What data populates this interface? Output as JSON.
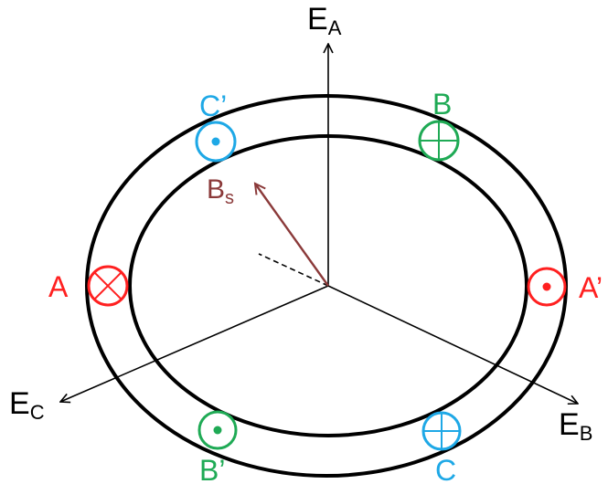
{
  "colors": {
    "ring": "#000000",
    "axis": "#000000",
    "phase_a": "#ff2020",
    "phase_b": "#1faa55",
    "phase_c": "#1ea8e6",
    "field": "#8b3a3a"
  },
  "axes": {
    "ea": {
      "main": "E",
      "sub": "A"
    },
    "eb": {
      "main": "E",
      "sub": "B"
    },
    "ec": {
      "main": "E",
      "sub": "C"
    }
  },
  "field_vector": {
    "main": "B",
    "sub": "s"
  },
  "conductors": [
    {
      "id": "a",
      "label": "A",
      "symbol": "cross"
    },
    {
      "id": "a-prime",
      "label": "A’",
      "symbol": "dot"
    },
    {
      "id": "b",
      "label": "B",
      "symbol": "cross"
    },
    {
      "id": "b-prime",
      "label": "B’",
      "symbol": "dot"
    },
    {
      "id": "c",
      "label": "C",
      "symbol": "cross"
    },
    {
      "id": "c-prime",
      "label": "C’",
      "symbol": "dot"
    }
  ]
}
